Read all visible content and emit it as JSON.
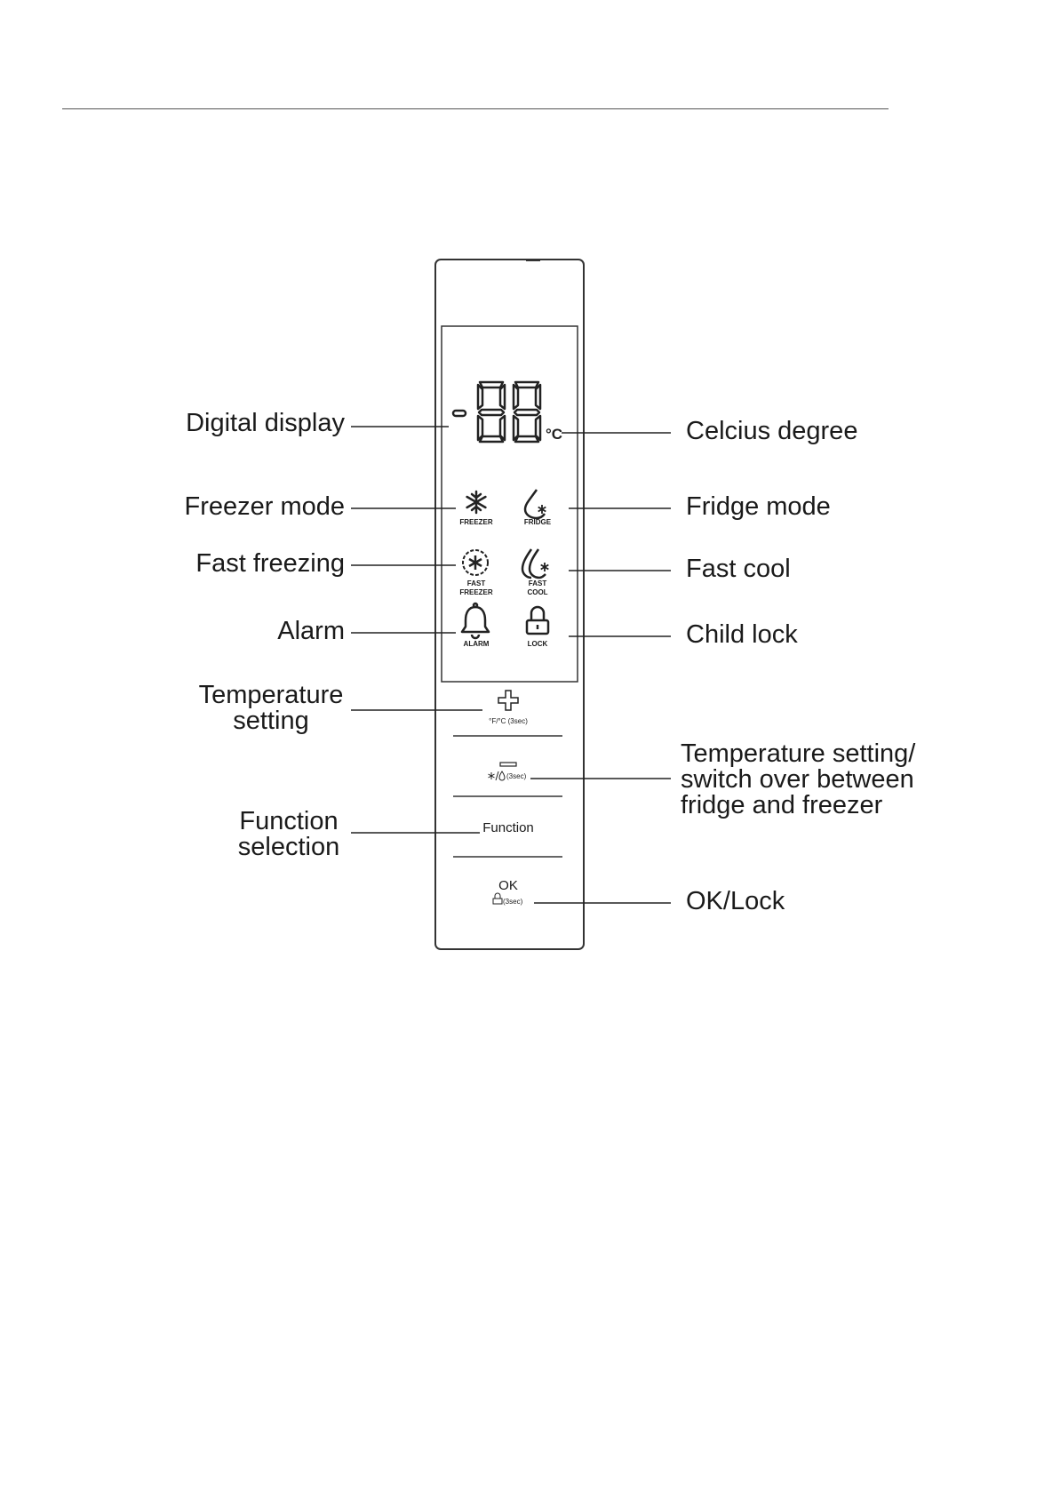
{
  "callouts": {
    "digital_display": "Digital display",
    "celcius_degree": "Celcius degree",
    "freezer_mode": "Freezer mode",
    "fridge_mode": "Fridge mode",
    "fast_freezing": "Fast freezing",
    "fast_cool": "Fast cool",
    "alarm": "Alarm",
    "child_lock": "Child lock",
    "temperature_setting": "Temperature\nsetting",
    "temperature_switch": "Temperature setting/\nswitch over between\nfridge and freezer",
    "function_selection": "Function\nselection",
    "ok_lock": "OK/Lock"
  },
  "panel": {
    "display_value": "88",
    "unit": "°C",
    "freezer_label": "FREEZER",
    "fridge_label": "FRIDGE",
    "fast_freezer_label_1": "FAST",
    "fast_freezer_label_2": "FREEZER",
    "fast_cool_label_1": "FAST",
    "fast_cool_label_2": "COOL",
    "alarm_label": "ALARM",
    "lock_label": "LOCK",
    "plus_sub": "°F/°C (3sec)",
    "minus_sub": "(3sec)",
    "function_label": "Function",
    "ok_label": "OK",
    "ok_sub": "(3sec)"
  },
  "icons": {
    "freezer": "snowflake-icon",
    "fridge": "drop-snowflake-icon",
    "fast_freezer": "circular-snowflake-icon",
    "fast_cool": "double-drop-icon",
    "alarm": "bell-icon",
    "lock": "padlock-icon",
    "plus": "plus-icon",
    "minus": "minus-icon"
  }
}
